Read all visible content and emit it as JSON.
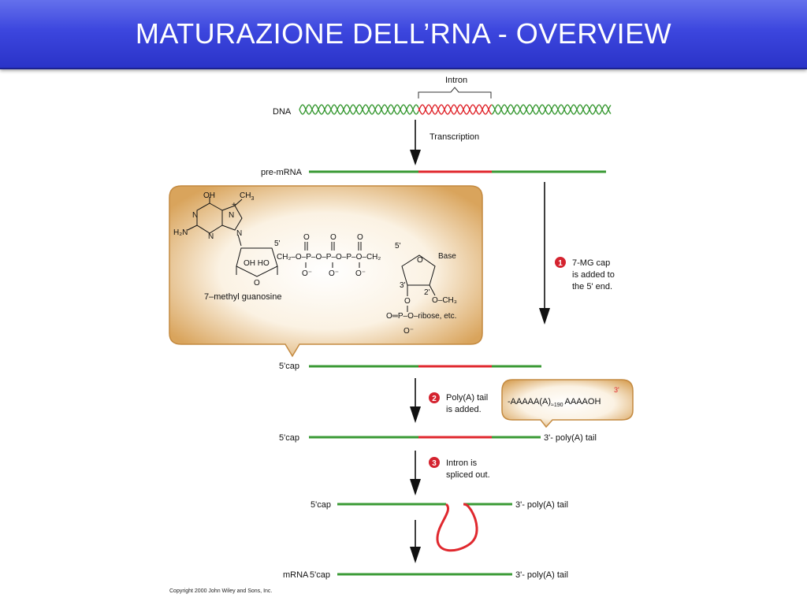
{
  "slide": {
    "title": "MATURAZIONE DELL’RNA - OVERVIEW"
  },
  "diagram": {
    "intron_label": "Intron",
    "dna_label": "DNA",
    "transcription_label": "Transcription",
    "pre_mrna_label": "pre-mRNA",
    "steps": [
      {
        "number": "1",
        "lines": [
          "7-MG cap",
          "is added to",
          "the 5' end."
        ]
      },
      {
        "number": "2",
        "lines": [
          "Poly(A) tail",
          "is added."
        ]
      },
      {
        "number": "3",
        "lines": [
          "Intron is",
          "spliced out."
        ]
      }
    ],
    "cap_label": "5'cap",
    "polya_label": "3'- poly(A) tail",
    "mrna_label": "mRNA",
    "polya_box": {
      "seq_start": "-AAAAA(A)",
      "seq_sub": "≈190",
      "seq_end": "AAAAOH",
      "three_prime": "3'"
    },
    "cap_structure": {
      "oh": "OH",
      "ch3": "CH",
      "three": "3",
      "plus": "+",
      "h2n": "H₂N",
      "n": "N",
      "chain": "CH₂–O–P–O–P–O–P–O–CH₂",
      "o_minus": "O⁻",
      "five_prime": "5'",
      "oh_ho": "OH  HO",
      "base": "Base",
      "ring_o": "O",
      "two_prime": "2'",
      "three_prime": "3'",
      "och3": "O–CH₃",
      "phosphate": "O═P–O–ribose, etc.",
      "name": "7–methyl guanosine"
    },
    "copyright": "Copyright 2000 John Wiley and Sons, Inc."
  },
  "colors": {
    "exon": "#3a9a35",
    "intron": "#e0282e",
    "box_fill": "#d9a45c",
    "step_badge": "#d4232f",
    "title_bar": "#3c46de"
  }
}
